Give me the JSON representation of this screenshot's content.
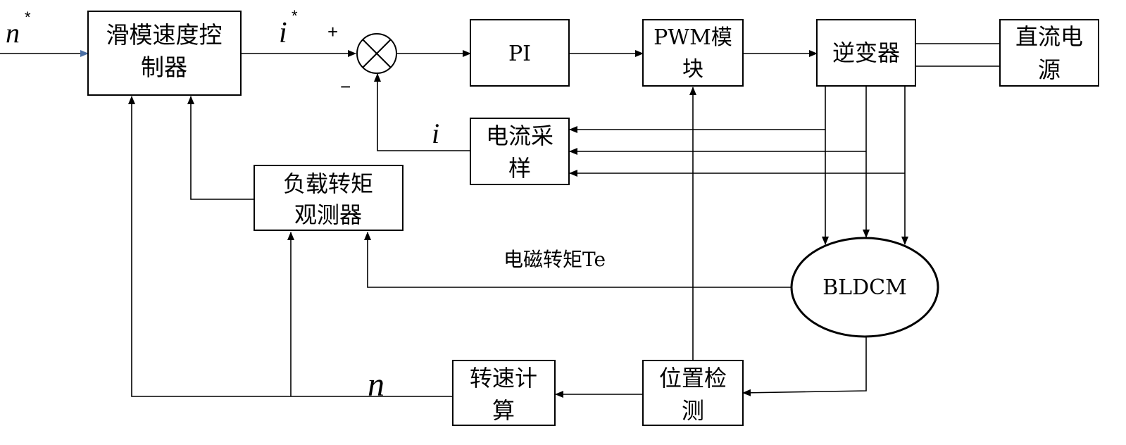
{
  "blocks": {
    "smc_line1": "滑模速度控",
    "smc_line2": "制器",
    "pi": "PI",
    "pwm_line1": "PWM模",
    "pwm_line2": "块",
    "inverter": "逆变器",
    "dc_line1": "直流电",
    "dc_line2": "源",
    "cs_line1": "电流采",
    "cs_line2": "样",
    "obs_line1": "负载转矩",
    "obs_line2": "观测器",
    "motor": "BLDCM",
    "pos_line1": "位置检",
    "pos_line2": "测",
    "spd_line1": "转速计",
    "spd_line2": "算"
  },
  "signals": {
    "n_ref": "n",
    "n_ref_sup": "*",
    "i_ref": "i",
    "i_ref_sup": "*",
    "plus": "+",
    "minus": "−",
    "i_fb": "i",
    "te": "电磁转矩Te",
    "n_fb": "n"
  },
  "colors": {
    "line": "#000000",
    "input_arrow": "#4a6fa5"
  }
}
